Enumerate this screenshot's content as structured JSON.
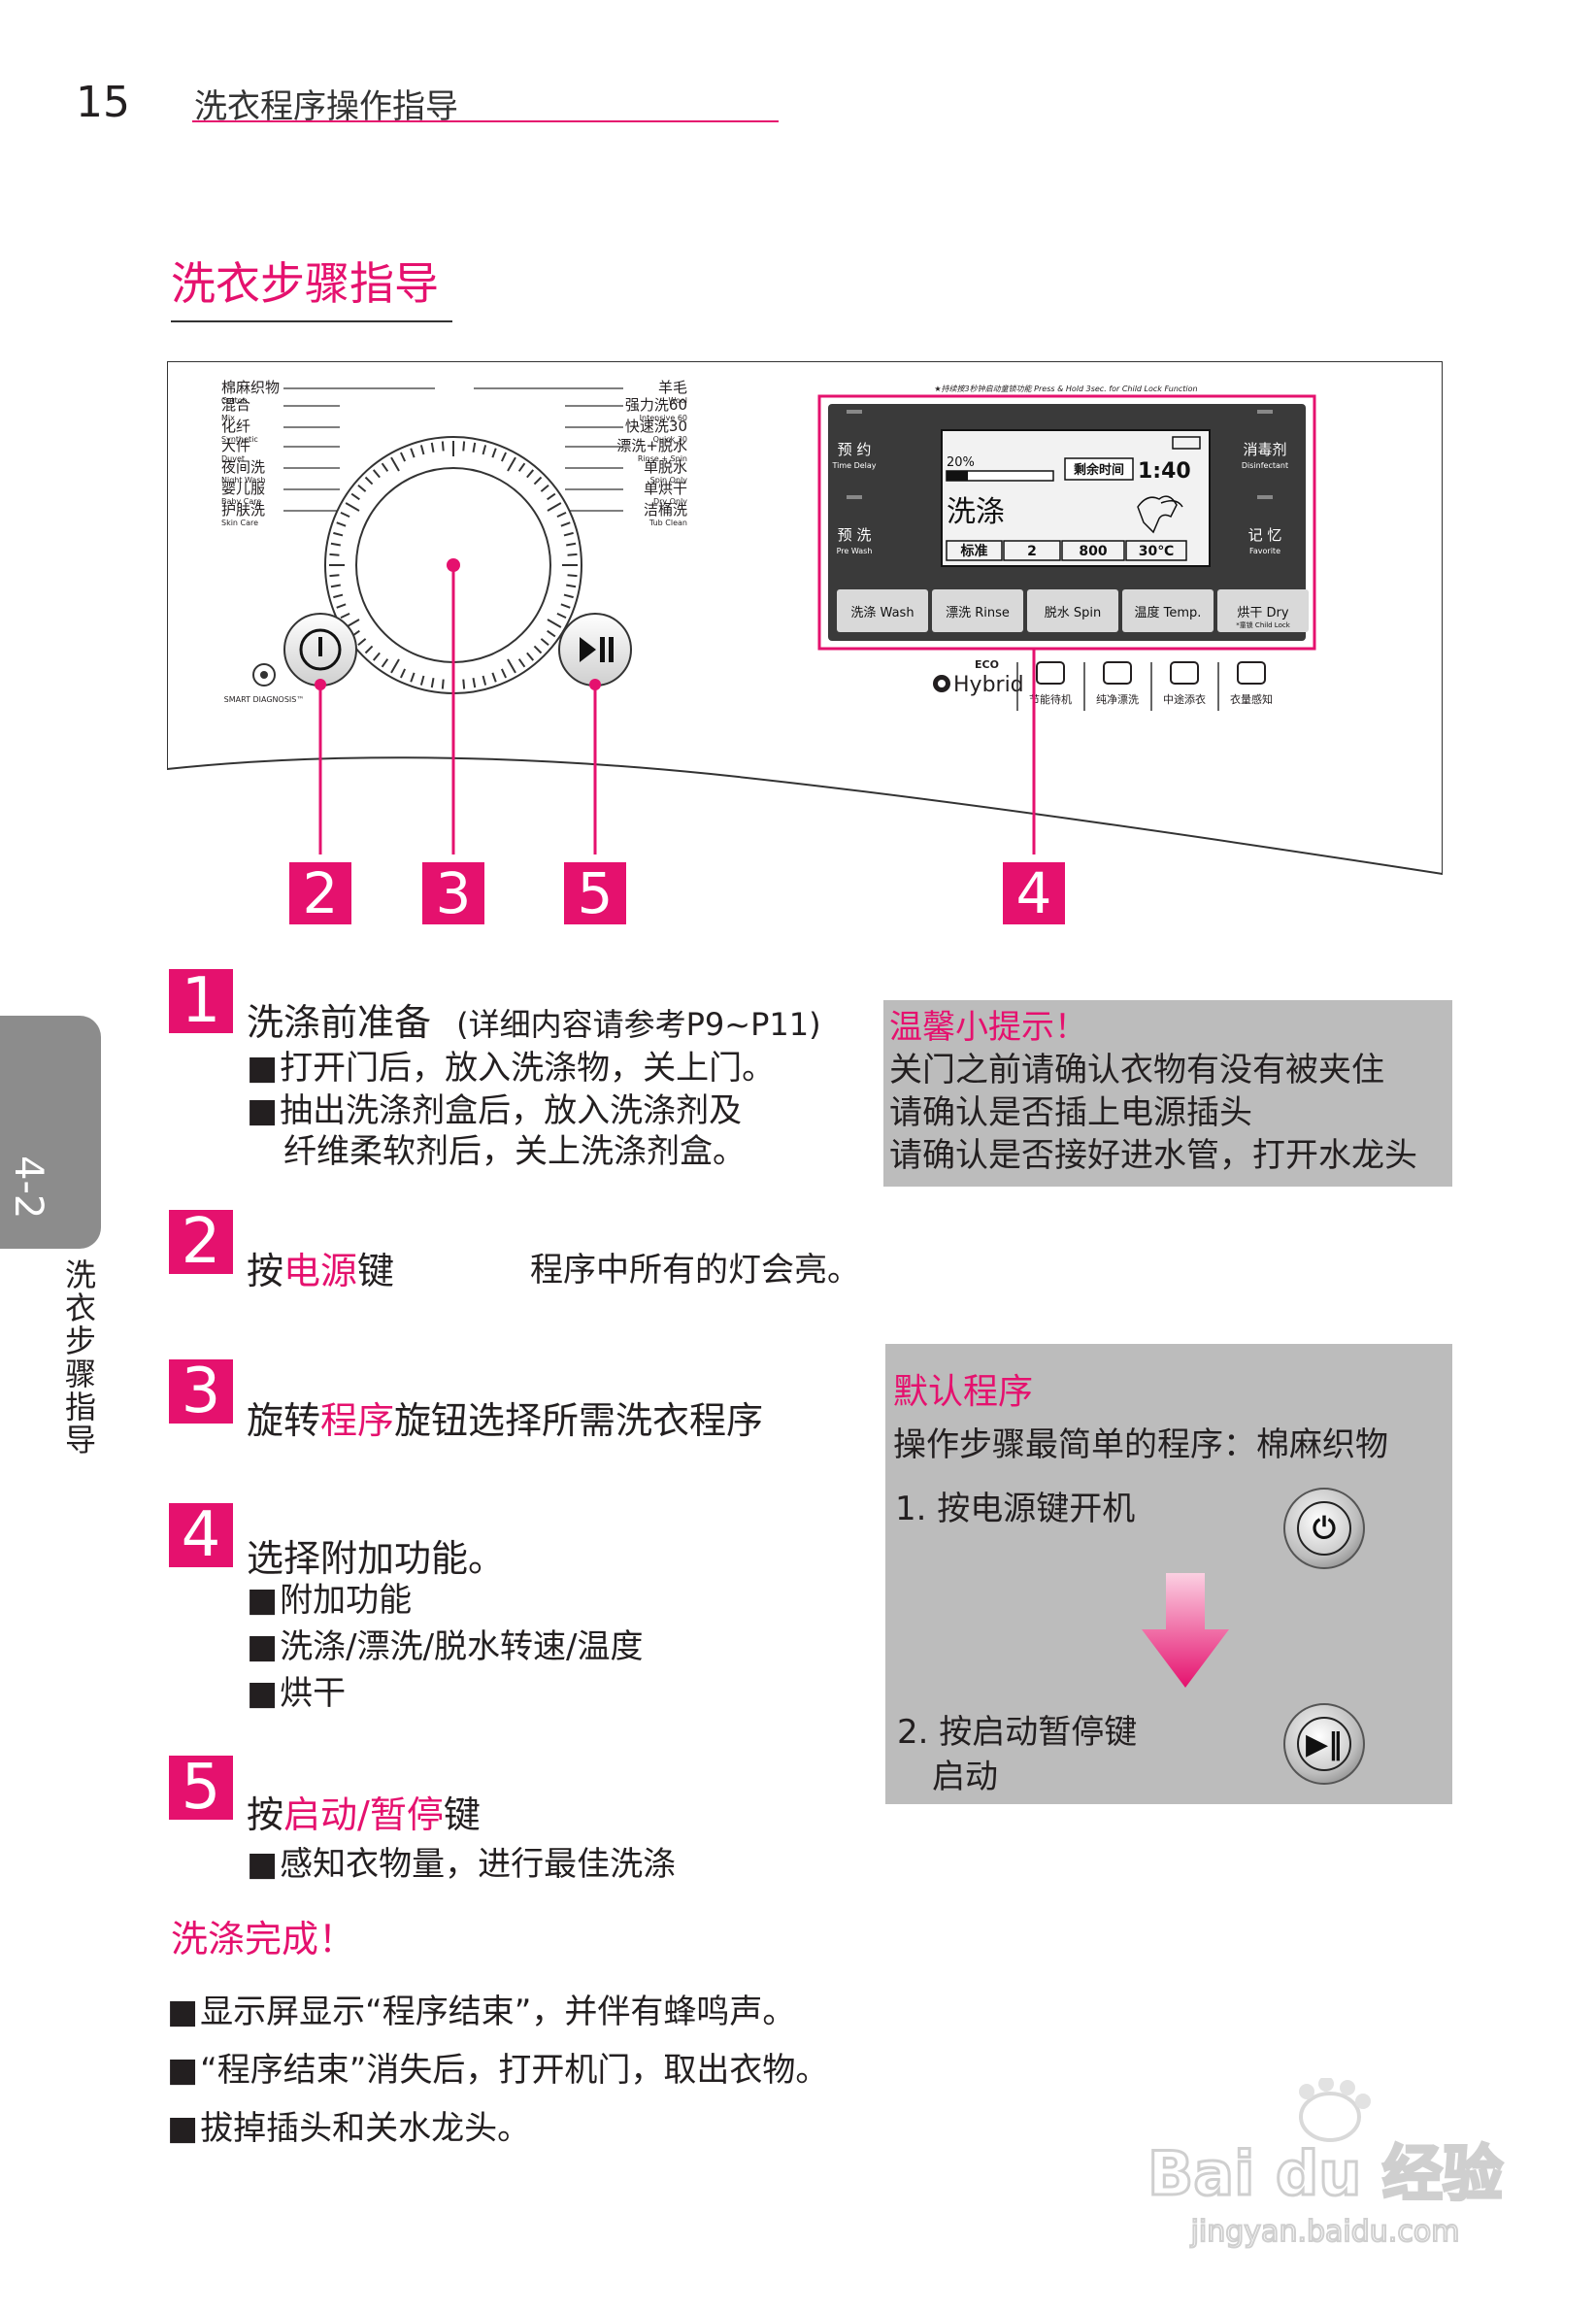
{
  "header": {
    "page_number": "15",
    "title": "洗衣程序操作指导"
  },
  "section_title": "洗衣步骤指导",
  "diagram": {
    "dial_left": [
      {
        "cn": "棉麻织物",
        "en": "Cotton"
      },
      {
        "cn": "混合",
        "en": "Mix"
      },
      {
        "cn": "化纤",
        "en": "Synthetic"
      },
      {
        "cn": "大件",
        "en": "Duvet"
      },
      {
        "cn": "夜间洗",
        "en": "Night Wash"
      },
      {
        "cn": "婴儿服",
        "en": "Baby Care"
      },
      {
        "cn": "护肤洗",
        "en": "Skin Care"
      }
    ],
    "dial_right": [
      {
        "cn": "羊毛",
        "en": "Wool"
      },
      {
        "cn": "强力洗60",
        "en": "Intensive 60"
      },
      {
        "cn": "快速洗30",
        "en": "Quick 30"
      },
      {
        "cn": "漂洗+脱水",
        "en": "Rinse + Spin"
      },
      {
        "cn": "单脱水",
        "en": "Spin Only"
      },
      {
        "cn": "单烘干",
        "en": "Dry Only"
      },
      {
        "cn": "洁桶洗",
        "en": "Tub Clean"
      }
    ],
    "smart_diagnosis": "SMART DIAGNOSIS™",
    "child_lock_note": "★持续按3秒钟启动童锁功能 Press & Hold 3sec. for Child Lock Function",
    "panel_buttons_left": [
      {
        "cn": "预 约",
        "en": "Time Delay"
      },
      {
        "cn": "预 洗",
        "en": "Pre Wash"
      }
    ],
    "panel_buttons_right": [
      {
        "cn": "消毒剂",
        "en": "Disinfectant"
      },
      {
        "cn": "记 忆",
        "en": "Favorite"
      }
    ],
    "screen": {
      "progress": "20%",
      "progress_value": 0.2,
      "remaining_label": "剩余时间",
      "time": "1:40",
      "status": "洗涤",
      "cells": [
        "标准",
        "2",
        "800",
        "30℃"
      ]
    },
    "bottom_buttons": [
      {
        "cn": "洗涤",
        "en": "Wash"
      },
      {
        "cn": "漂洗",
        "en": "Rinse"
      },
      {
        "cn": "脱水",
        "en": "Spin"
      },
      {
        "cn": "温度",
        "en": "Temp."
      },
      {
        "cn": "烘干",
        "en": "Dry",
        "extra": "*童锁 Child Lock"
      }
    ],
    "eco_label": "ECO",
    "hybrid_label": "Hybrid",
    "features": [
      "节能待机",
      "纯净漂洗",
      "中途添衣",
      "衣量感知"
    ],
    "callouts": [
      "2",
      "3",
      "5",
      "4"
    ]
  },
  "side_tab": {
    "number": "4-2",
    "label": "洗衣步骤指导"
  },
  "steps": [
    {
      "num": "1",
      "title": "洗涤前准备",
      "note": "(详细内容请参考P9~P11)",
      "lines": [
        "打开门后，放入洗涤物，关上门。",
        "抽出洗涤剂盒后，放入洗涤剂及",
        "纤维柔软剂后，关上洗涤剂盒。"
      ]
    },
    {
      "num": "2",
      "pre": "按",
      "highlight": "电源",
      "post": "键",
      "extra": "程序中所有的灯会亮。"
    },
    {
      "num": "3",
      "pre": "旋转",
      "highlight": "程序",
      "post": "旋钮选择所需洗衣程序"
    },
    {
      "num": "4",
      "title": "选择附加功能。",
      "lines": [
        "附加功能",
        "洗涤/漂洗/脱水转速/温度",
        "烘干"
      ]
    },
    {
      "num": "5",
      "pre": "按",
      "highlight": "启动/暂停",
      "post": "键",
      "lines": [
        "感知衣物量，进行最佳洗涤"
      ]
    }
  ],
  "tip": {
    "title": "温馨小提示！",
    "lines": [
      "关门之前请确认衣物有没有被夹住",
      "请确认是否插上电源插头",
      "请确认是否接好进水管，打开水龙头"
    ]
  },
  "default_program": {
    "title": "默认程序",
    "desc": "操作步骤最简单的程序：棉麻织物",
    "step1": "1. 按电源键开机",
    "step2": "2. 按启动暂停键",
    "step2b": "启动"
  },
  "complete": {
    "title": "洗涤完成！",
    "lines": [
      "显示屏显示“程序结束”，并伴有蜂鸣声。",
      "“程序结束”消失后，打开机门，取出衣物。",
      "拔掉插头和关水龙头。"
    ]
  },
  "watermark": {
    "brand": "Bai du 经验",
    "url": "jingyan.baidu.com"
  }
}
